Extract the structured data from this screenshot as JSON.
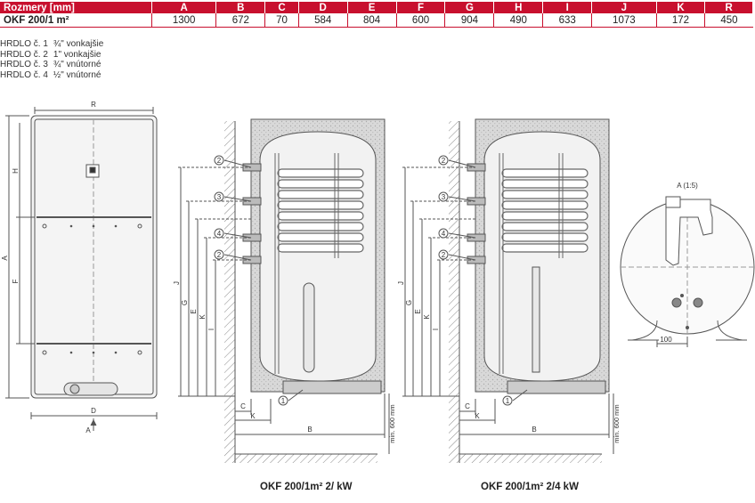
{
  "table": {
    "header_label": "Rozmery [mm]",
    "columns": [
      "A",
      "B",
      "C",
      "D",
      "E",
      "F",
      "G",
      "H",
      "I",
      "J",
      "K",
      "R"
    ],
    "row_label": "OKF 200/1 m²",
    "values": [
      "1300",
      "672",
      "70",
      "584",
      "804",
      "600",
      "904",
      "490",
      "633",
      "1073",
      "172",
      "450"
    ]
  },
  "nozzles": [
    {
      "label": "HRDLO č. 1",
      "value": "¾\" vonkajšie"
    },
    {
      "label": "HRDLO č. 2",
      "value": "1\" vonkajšie"
    },
    {
      "label": "HRDLO č. 3",
      "value": "¾\" vnútorné"
    },
    {
      "label": "HRDLO č. 4",
      "value": "½\" vnútorné"
    }
  ],
  "front_view": {
    "dim_r": "R",
    "dim_h": "H",
    "dim_a": "A",
    "dim_f": "F",
    "dim_d": "D",
    "section_mark": "A"
  },
  "section_1": {
    "caption": "OKF 200/1m² 2/ kW",
    "callouts": [
      "2",
      "3",
      "4",
      "2",
      "1"
    ],
    "dims": [
      "J",
      "G",
      "E",
      "K",
      "I",
      "C",
      "K",
      "B"
    ],
    "floor_label": "min. 600 mm"
  },
  "section_2": {
    "caption": "OKF 200/1m² 2/4 kW",
    "callouts": [
      "2",
      "3",
      "4",
      "2",
      "1"
    ],
    "dims": [
      "J",
      "G",
      "E",
      "K",
      "I",
      "C",
      "K",
      "B"
    ],
    "floor_label": "min. 600 mm"
  },
  "side_view": {
    "detail_label": "A (1:5)",
    "dim_100": "100"
  },
  "colors": {
    "header_red": "#c8102e",
    "line": "#555555",
    "insulation": "#d9d9d9",
    "tank": "#f2f2f2"
  }
}
